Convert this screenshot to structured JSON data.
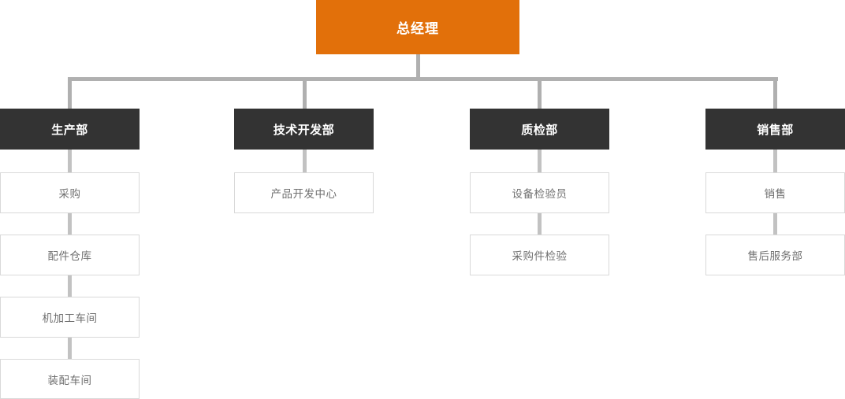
{
  "chart": {
    "title_node": {
      "label": "总经理",
      "color": "#e2700a",
      "text_color": "#ffffff"
    },
    "dept_color": "#333333",
    "dept_text_color": "#ffffff",
    "sub_color": "#ffffff",
    "sub_text_color": "#707070",
    "sub_border_color": "#d9d9d9",
    "connector_color": "#b0b0b0",
    "connector_light_color": "#c2c2c2",
    "columns": [
      {
        "dept": "生产部",
        "children": [
          "采购",
          "配件仓库",
          "机加工车间",
          "装配车间"
        ]
      },
      {
        "dept": "技术开发部",
        "children": [
          "产品开发中心"
        ]
      },
      {
        "dept": "质检部",
        "children": [
          "设备检验员",
          "采购件检验"
        ]
      },
      {
        "dept": "销售部",
        "children": [
          "销售",
          "售后服务部"
        ]
      }
    ]
  }
}
